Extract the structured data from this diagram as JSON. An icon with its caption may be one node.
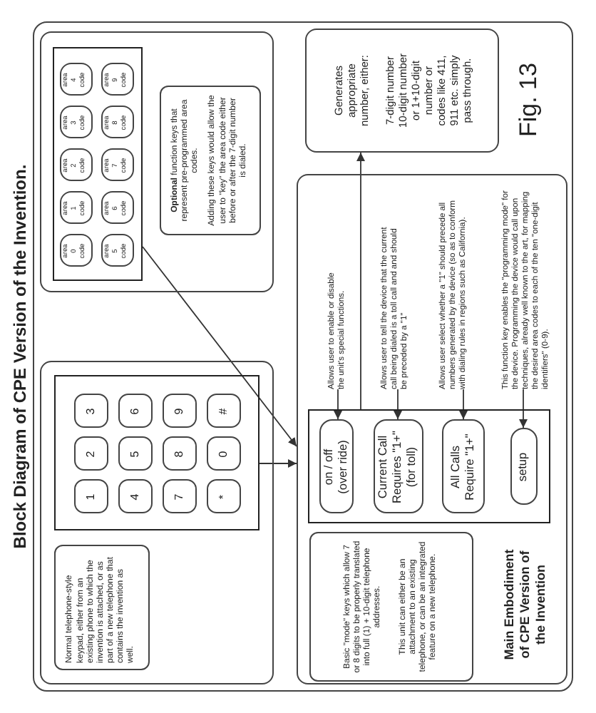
{
  "diagram": {
    "title": "Block Diagram of CPE Version of the Invention.",
    "nodes": [
      {
        "text": [],
        "shape": "box"
      },
      {
        "text": [],
        "shape": "box",
        "in": 0
      },
      {
        "text": [
          "Normal telephone-style keypad, either from an existing phone to which the invention is attached, or as part of a new telephone that contains the invention as well."
        ],
        "in": 1
      },
      {
        "text": [],
        "shape": "box",
        "in": 1
      },
      {
        "text": [
          "1"
        ],
        "in": 3
      },
      {
        "text": [
          "2"
        ],
        "in": 3
      },
      {
        "text": [
          "3"
        ],
        "in": 3
      },
      {
        "text": [
          "4"
        ],
        "in": 3
      },
      {
        "text": [
          "5"
        ],
        "in": 3
      },
      {
        "text": [
          "6"
        ],
        "in": 3
      },
      {
        "text": [
          "7"
        ],
        "in": 3
      },
      {
        "text": [
          "8"
        ],
        "in": 3
      },
      {
        "text": [
          "9"
        ],
        "in": 3
      },
      {
        "text": [
          "*"
        ],
        "in": 3
      },
      {
        "text": [
          "0"
        ],
        "in": 3
      },
      {
        "text": [
          "#"
        ],
        "in": 3
      },
      {
        "text": [],
        "shape": "box",
        "in": 0
      },
      {
        "text": [],
        "shape": "box",
        "in": 16
      },
      {
        "text": [
          "area 0 code"
        ],
        "in": 17
      },
      {
        "text": [
          "area 1 code"
        ],
        "in": 17
      },
      {
        "text": [
          "area 2 code"
        ],
        "in": 17
      },
      {
        "text": [
          "area 3 code"
        ],
        "in": 17
      },
      {
        "text": [
          "area 4 code"
        ],
        "in": 17
      },
      {
        "text": [
          "area 5 code"
        ],
        "in": 17
      },
      {
        "text": [
          "area 6 code"
        ],
        "in": 17
      },
      {
        "text": [
          "area 7 code"
        ],
        "in": 17
      },
      {
        "text": [
          "area 8 code"
        ],
        "in": 17
      },
      {
        "text": [
          "area 9 code"
        ],
        "in": 17
      },
      {
        "text": [
          "**Optional** function keys that represent pre-programmed area codes.",
          "Adding these keys would allow the user to \"key\" the area code either before or after the 7-digit number is dialed."
        ],
        "in": 16
      },
      {
        "text": [
          "Generates appropriate number, either:",
          "7-digit number 10-digit number or 1+10-digit number or codes like 411, 911 etc. simply pass through."
        ],
        "in": 0
      },
      {
        "text": [
          "Main Embodiment of CPE Version of the Invention"
        ],
        "in": 0
      },
      {
        "text": [
          "Basic \"mode\" keys which allow 7 or 8 digits to be properly translated into full (1) + 10-digit telephone addresses.",
          "This unit can either be an attachment to an existing telephone, or can be an integrated feature on a new telephone."
        ],
        "in": 30
      },
      {
        "text": [],
        "shape": "box",
        "in": 30
      },
      {
        "text": [
          "on / off (over ride)"
        ],
        "in": 32
      },
      {
        "text": [
          "Current Call Requires \"1+\" (for toll)"
        ],
        "in": 32
      },
      {
        "text": [
          "All Calls Require \"1+\""
        ],
        "in": 32
      },
      {
        "text": [
          "setup"
        ],
        "in": 32
      },
      {
        "text": [
          "Allows user to enable or disable the unit's special functions."
        ],
        "in": 30
      },
      {
        "text": [
          "Allows user to tell the device that the current call being dialed is a toll call and and should be preceded by a \"1\""
        ],
        "in": 30
      },
      {
        "text": [
          "Allows user select whether a \"1\" should precede all numbers generated by the device (so as to conform with dialing rules in regions such as California)."
        ],
        "in": 30
      },
      {
        "text": [
          "This function key enables the \"programming mode\" for the device. Programming the device would call upon techniques, already well known to the art, for mapping the desired area codes to each of the ten \"one-digit identifiers\" (0-9)."
        ],
        "in": 30
      }
    ],
    "edges": [
      {
        "from": 3,
        "to": 30,
        "arrow": "to"
      },
      {
        "from": 17,
        "to": 30,
        "arrow": "to"
      },
      {
        "from": 37,
        "to": 33,
        "arrow": "to"
      },
      {
        "from": 38,
        "to": 34,
        "arrow": "to"
      },
      {
        "from": 39,
        "to": 35,
        "arrow": "to"
      },
      {
        "from": 40,
        "to": 36,
        "arrow": "to"
      },
      {
        "from": 32,
        "to": 29,
        "arrow": "to"
      }
    ],
    "labels": [
      "Fig. 13"
    ]
  }
}
